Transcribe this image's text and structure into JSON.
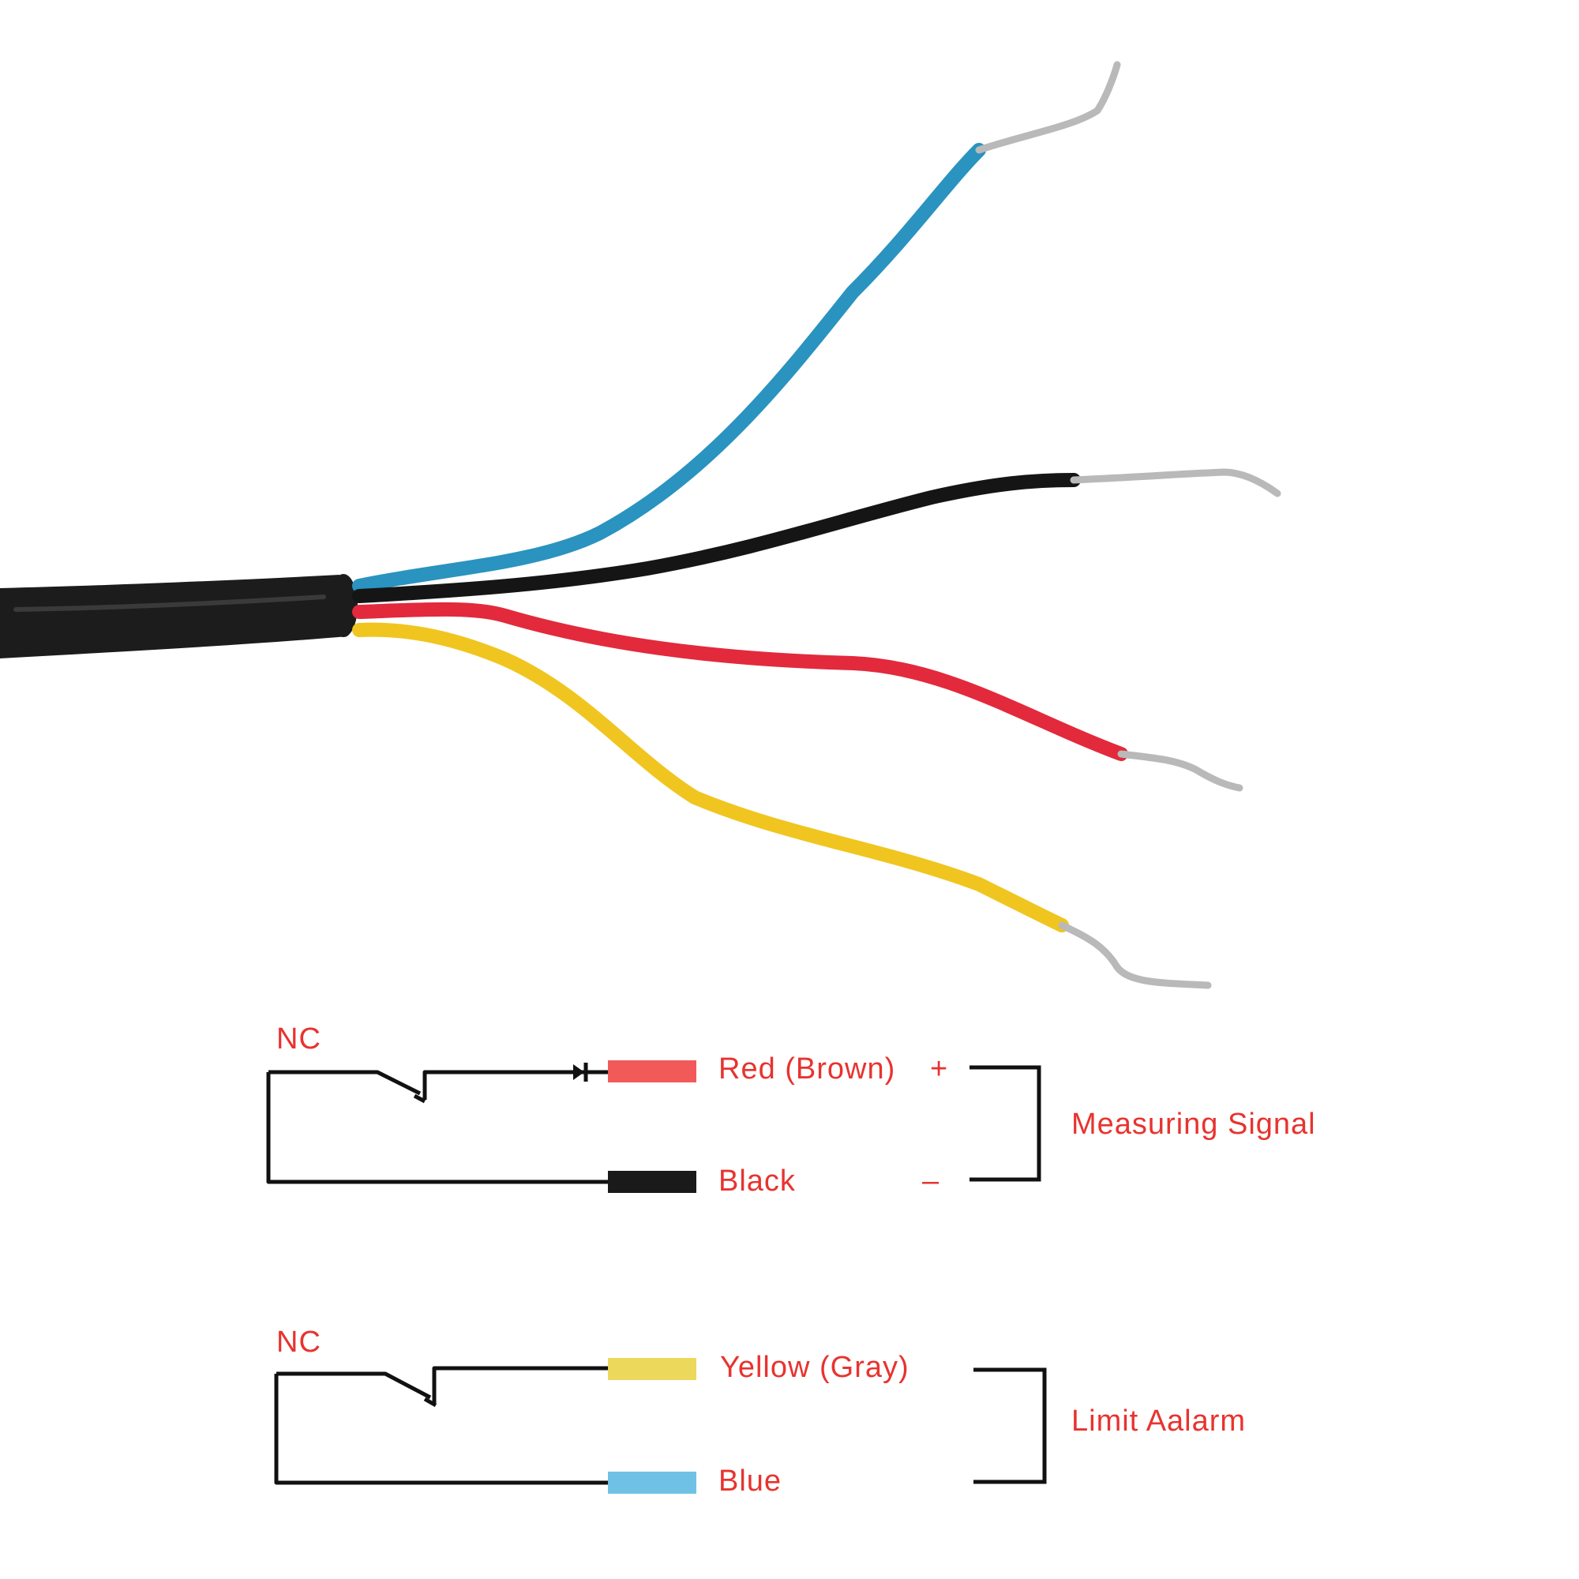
{
  "colors": {
    "label_text": "#e8332f",
    "line": "#111111",
    "sheath": "#1c1c1c",
    "wire_blue": "#2a93bf",
    "wire_black": "#151515",
    "wire_red": "#e22a3c",
    "wire_yellow": "#f0c51f",
    "copper": "#b9b9b9",
    "swatch_red": "#f25a5a",
    "swatch_black": "#1a1a1a",
    "swatch_yellow": "#ecd85b",
    "swatch_blue": "#6fc2e6"
  },
  "cable_photo": {
    "wires": [
      "blue",
      "black",
      "red",
      "yellow"
    ]
  },
  "diagram": {
    "top": {
      "contact_label": "NC",
      "wire1_label": "Red (Brown)",
      "wire1_polarity": "+",
      "wire2_label": "Black",
      "wire2_polarity": "–",
      "group_label": "Measuring Signal"
    },
    "bottom": {
      "contact_label": "NC",
      "wire1_label": "Yellow (Gray)",
      "wire2_label": "Blue",
      "group_label": "Limit Aalarm"
    }
  }
}
